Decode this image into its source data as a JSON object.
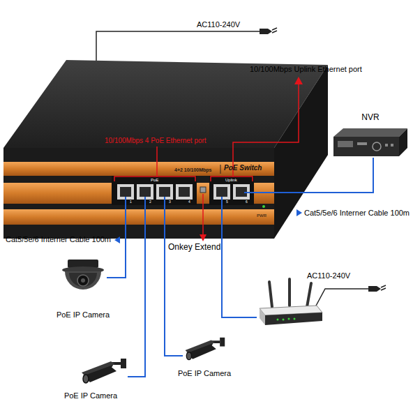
{
  "diagram": {
    "nodes": [
      {
        "text": [
          "4+2 10/100Mbps",
          "PoE Switch"
        ]
      },
      {
        "text": [
          "NVR"
        ]
      },
      {
        "text": [
          "PoE IP Camera"
        ]
      },
      {
        "text": [
          "PoE IP Camera"
        ]
      },
      {
        "text": [
          "PoE IP Camera"
        ]
      },
      {
        "text": [
          "AC110-240V"
        ]
      }
    ],
    "edges": [
      {
        "from": 0,
        "to": 2,
        "arrow": "none"
      },
      {
        "from": 0,
        "to": 3,
        "arrow": "none"
      },
      {
        "from": 0,
        "to": 4,
        "arrow": "none"
      },
      {
        "from": 0,
        "to": 5,
        "arrow": "none"
      },
      {
        "from": 0,
        "to": 1,
        "arrow": "none"
      }
    ],
    "labels": [
      "AC110-240V",
      "10/100Mbps Uplink Ethernet port",
      "10/100Mbps 4 PoE Ethernet port",
      "PoE",
      "Uplink",
      "1",
      "2",
      "3",
      "4",
      "5",
      "6",
      "PWR",
      "Onkey Extend",
      "Cat5/5e/6 Interner Cable 100m",
      "Cat5/5e/6 Interner Cable 100m"
    ]
  }
}
